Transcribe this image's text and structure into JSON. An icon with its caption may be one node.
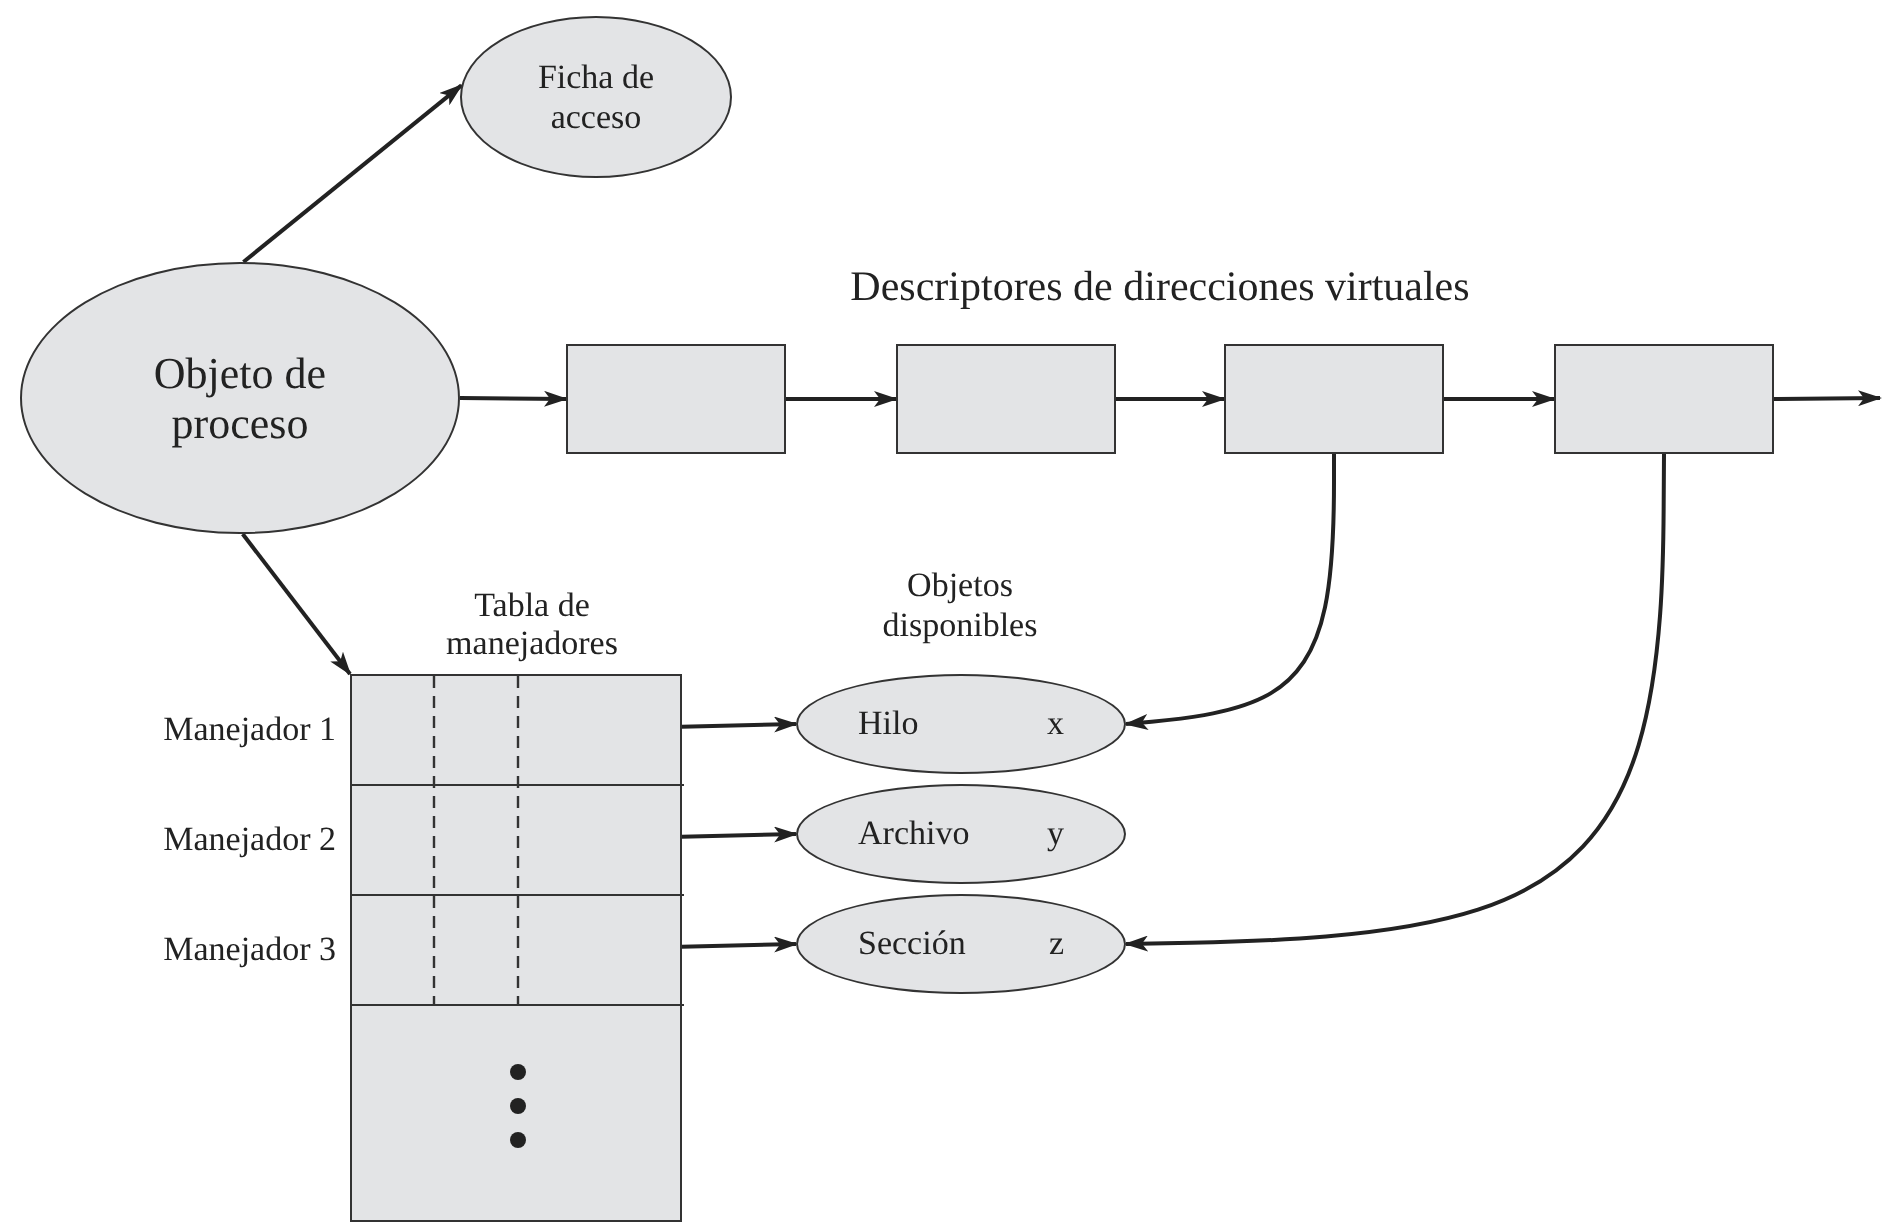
{
  "diagram": {
    "nodes": [
      {
        "text": [
          "Objeto de proceso"
        ]
      },
      {
        "text": [
          "Ficha de acceso"
        ]
      },
      {
        "text": [],
        "shape": "box"
      },
      {
        "text": [],
        "shape": "box"
      },
      {
        "text": [],
        "shape": "box"
      },
      {
        "text": [],
        "shape": "box"
      },
      {
        "text": [
          "Tabla de manejadores"
        ]
      },
      {
        "text": [],
        "shape": "box",
        "in": 6,
        "beside": [
          "Manejador 1"
        ]
      },
      {
        "text": [],
        "shape": "box",
        "in": 6,
        "beside": [
          "Manejador 2"
        ]
      },
      {
        "text": [],
        "shape": "box",
        "in": 6,
        "beside": [
          "Manejador 3"
        ]
      },
      {
        "text": [
          "Hilo",
          "x"
        ]
      },
      {
        "text": [
          "Archivo",
          "y"
        ]
      },
      {
        "text": [
          "Sección",
          "z"
        ]
      }
    ],
    "edges": [
      {
        "from": 0,
        "to": 1,
        "arrow": "to"
      },
      {
        "from": 0,
        "to": 2,
        "arrow": "to"
      },
      {
        "from": 2,
        "to": 3,
        "arrow": "to"
      },
      {
        "from": 3,
        "to": 4,
        "arrow": "to"
      },
      {
        "from": 4,
        "to": 5,
        "arrow": "to"
      },
      {
        "from": 5,
        "to": null,
        "arrow": "to"
      },
      {
        "from": 0,
        "to": 6,
        "arrow": "to"
      },
      {
        "from": 7,
        "to": 10,
        "arrow": "to"
      },
      {
        "from": 8,
        "to": 11,
        "arrow": "to"
      },
      {
        "from": 9,
        "to": 12,
        "arrow": "to"
      },
      {
        "from": 4,
        "to": 10,
        "arrow": "to"
      },
      {
        "from": 5,
        "to": 12,
        "arrow": "to"
      }
    ],
    "labels": [
      "Descriptores de direcciones virtuales",
      "Objetos disponibles"
    ]
  }
}
